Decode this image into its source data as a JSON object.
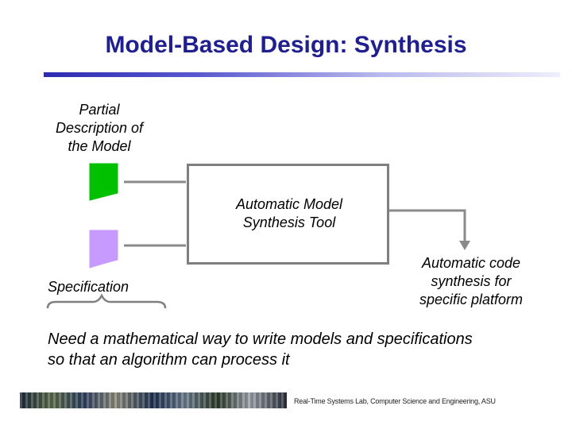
{
  "slide": {
    "title": "Model-Based Design: Synthesis",
    "partial_label": [
      "Partial",
      "Description of",
      "the Model"
    ],
    "specification_label": "Specification",
    "tool_label": [
      "Automatic Model",
      "Synthesis Tool"
    ],
    "code_label": [
      "Automatic code",
      "synthesis for",
      "specific platform"
    ],
    "conclusion": [
      "Need a mathematical way to write models and specifications",
      "so that an algorithm can process it"
    ],
    "footer": "Real-Time Systems Lab, Computer Science and Engineering, ASU"
  },
  "colors": {
    "title": "#1f1f8f",
    "model_doc": "#00c000",
    "spec_doc": "#c79aff",
    "box_border": "#7f7f7f",
    "arrow": "#8a8a8a"
  }
}
